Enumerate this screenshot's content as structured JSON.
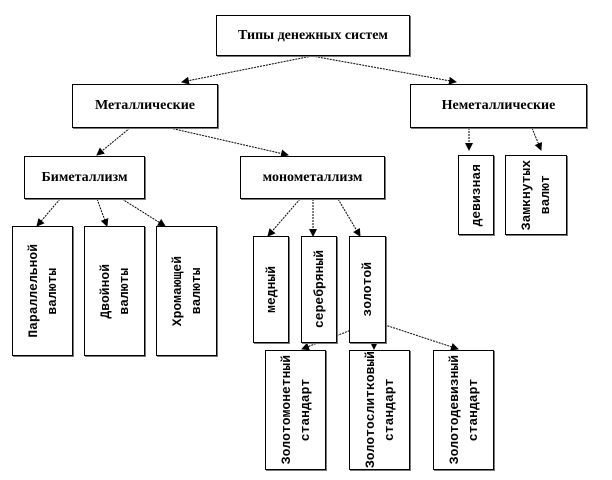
{
  "root": "Типы денежных систем",
  "metallic": "Металлические",
  "nonmetallic": "Неметаллические",
  "bimetallism": "Биметаллизм",
  "monometallism": "монометаллизм",
  "bimetal_types": [
    "Параллельной\nвалюты",
    "Двойной\nвалюты",
    "Хромающей\nвалюты"
  ],
  "monometal_types": [
    "медный",
    "серебряный",
    "золотой"
  ],
  "nonmetal_types": [
    "девизная",
    "Замкнутых\nвалют"
  ],
  "gold_standards": [
    "Золотомонетный\nстандарт",
    "Золотослитковый\nстандарт",
    "Золотодевизный\nстандарт"
  ]
}
